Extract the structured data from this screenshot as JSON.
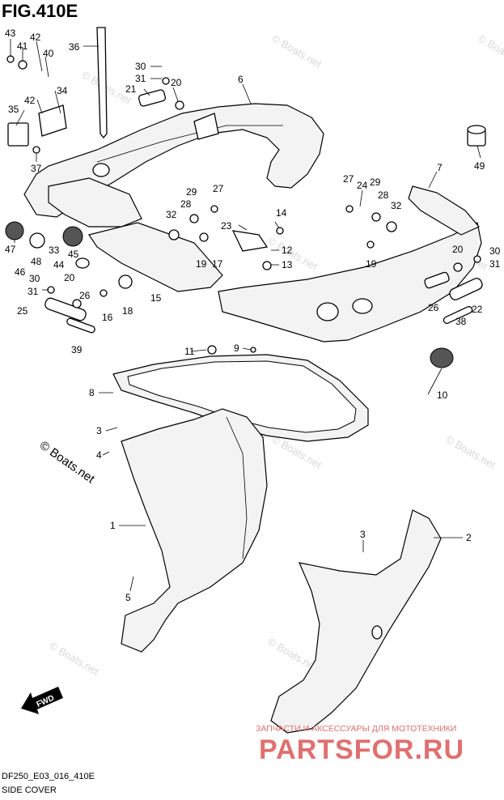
{
  "figure_title": "FIG.410E",
  "footer_code": "DF250_E03_016_410E",
  "footer_name": "SIDE COVER",
  "watermark_main": "© Boats.net",
  "watermark_faint": "© Boats.net",
  "brand_tagline": "ЗАПЧАСТИ И АКСЕССУАРЫ ДЛЯ МОТОТЕХНИКИ",
  "brand_name": "PARTSFOR.RU",
  "fwd_label": "FWD",
  "colors": {
    "brand": "#e07070",
    "line": "#000000",
    "watermark": "#d8d8d8"
  },
  "labels": [
    {
      "id": "43",
      "text": "43"
    },
    {
      "id": "41",
      "text": "41"
    },
    {
      "id": "42a",
      "text": "42"
    },
    {
      "id": "40",
      "text": "40"
    },
    {
      "id": "36",
      "text": "36"
    },
    {
      "id": "42b",
      "text": "42"
    },
    {
      "id": "34",
      "text": "34"
    },
    {
      "id": "35",
      "text": "35"
    },
    {
      "id": "37",
      "text": "37"
    },
    {
      "id": "30a",
      "text": "30"
    },
    {
      "id": "31a",
      "text": "31"
    },
    {
      "id": "20a",
      "text": "20"
    },
    {
      "id": "21",
      "text": "21"
    },
    {
      "id": "6",
      "text": "6"
    },
    {
      "id": "49",
      "text": "49"
    },
    {
      "id": "7",
      "text": "7"
    },
    {
      "id": "24",
      "text": "24"
    },
    {
      "id": "27a",
      "text": "27"
    },
    {
      "id": "29a",
      "text": "29"
    },
    {
      "id": "28a",
      "text": "28"
    },
    {
      "id": "32a",
      "text": "32"
    },
    {
      "id": "29b",
      "text": "29"
    },
    {
      "id": "27b",
      "text": "27"
    },
    {
      "id": "28b",
      "text": "28"
    },
    {
      "id": "32b",
      "text": "32"
    },
    {
      "id": "14",
      "text": "14"
    },
    {
      "id": "23",
      "text": "23"
    },
    {
      "id": "12",
      "text": "12"
    },
    {
      "id": "13",
      "text": "13"
    },
    {
      "id": "47",
      "text": "47"
    },
    {
      "id": "48",
      "text": "48"
    },
    {
      "id": "46",
      "text": "46"
    },
    {
      "id": "33",
      "text": "33"
    },
    {
      "id": "45",
      "text": "45"
    },
    {
      "id": "44",
      "text": "44"
    },
    {
      "id": "20b",
      "text": "20"
    },
    {
      "id": "30b",
      "text": "30"
    },
    {
      "id": "31b",
      "text": "31"
    },
    {
      "id": "26a",
      "text": "26"
    },
    {
      "id": "25",
      "text": "25"
    },
    {
      "id": "16",
      "text": "16"
    },
    {
      "id": "18",
      "text": "18"
    },
    {
      "id": "15",
      "text": "15"
    },
    {
      "id": "19a",
      "text": "19"
    },
    {
      "id": "17",
      "text": "17"
    },
    {
      "id": "19b",
      "text": "19"
    },
    {
      "id": "20c",
      "text": "20"
    },
    {
      "id": "30c",
      "text": "30"
    },
    {
      "id": "31c",
      "text": "31"
    },
    {
      "id": "26b",
      "text": "26"
    },
    {
      "id": "22",
      "text": "22"
    },
    {
      "id": "38",
      "text": "38"
    },
    {
      "id": "39",
      "text": "39"
    },
    {
      "id": "11",
      "text": "11"
    },
    {
      "id": "9",
      "text": "9"
    },
    {
      "id": "10",
      "text": "10"
    },
    {
      "id": "8",
      "text": "8"
    },
    {
      "id": "3a",
      "text": "3"
    },
    {
      "id": "4",
      "text": "4"
    },
    {
      "id": "1",
      "text": "1"
    },
    {
      "id": "5",
      "text": "5"
    },
    {
      "id": "3b",
      "text": "3"
    },
    {
      "id": "2",
      "text": "2"
    }
  ]
}
